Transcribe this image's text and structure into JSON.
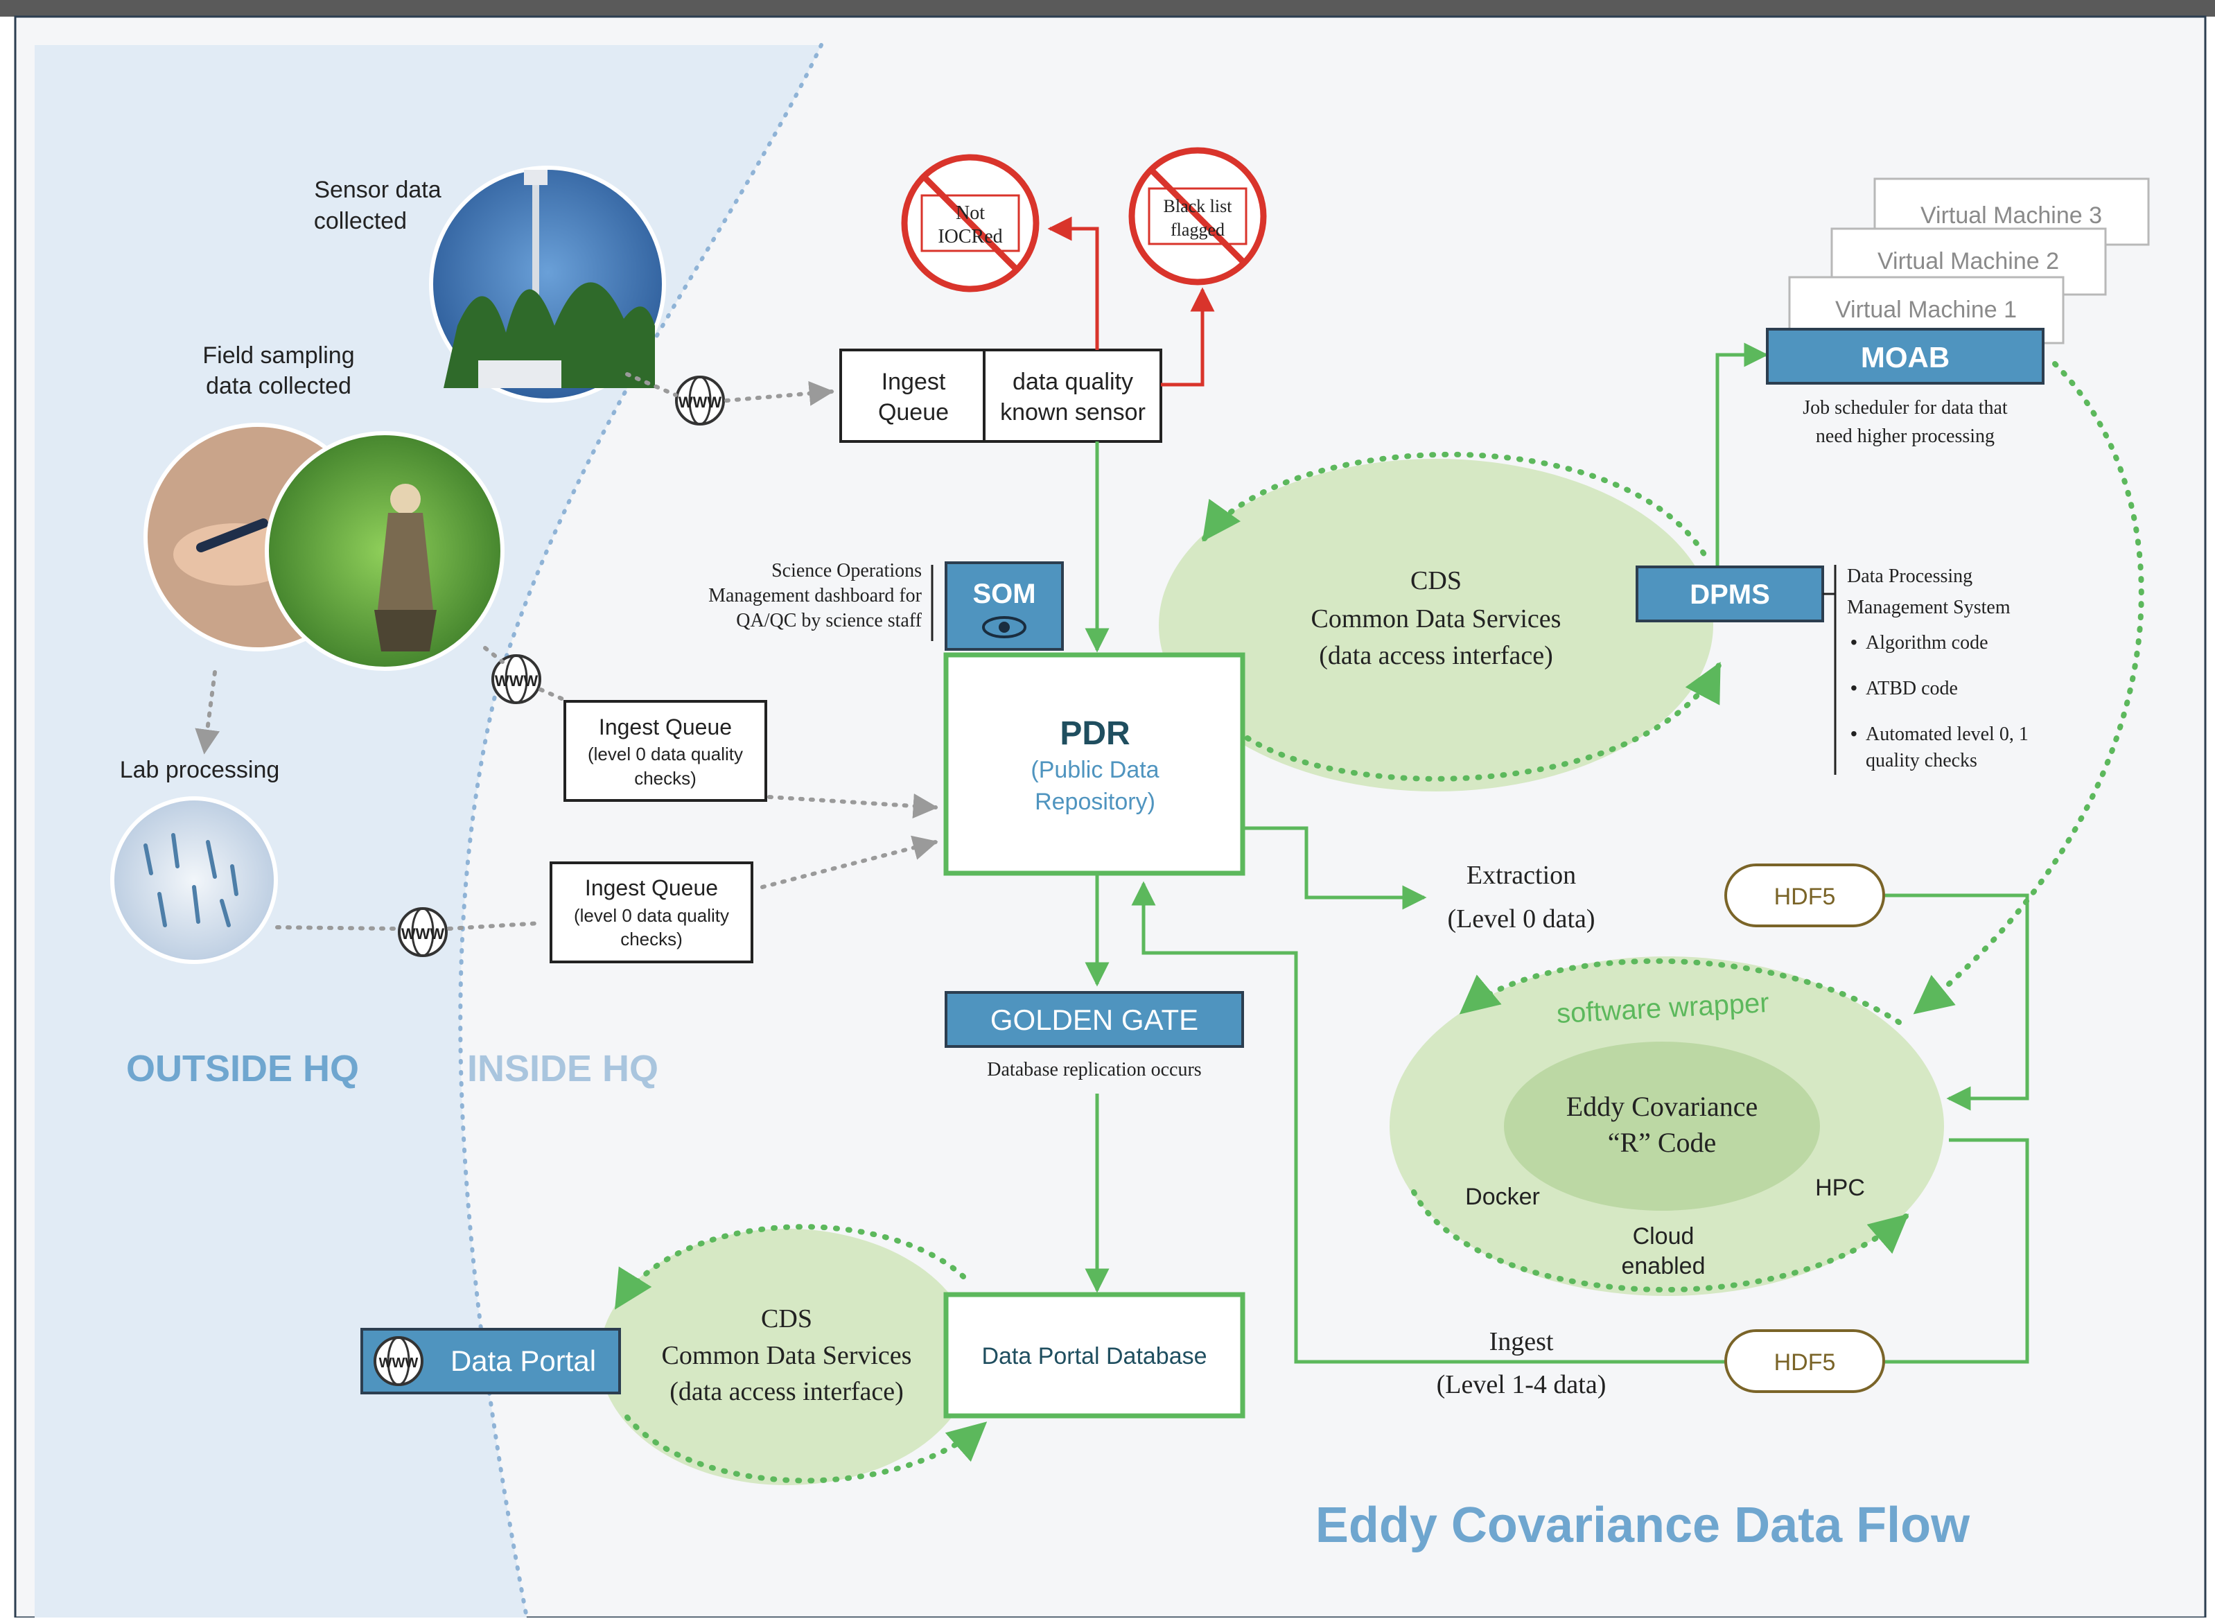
{
  "title": "Eddy Covariance Data Flow",
  "zones": {
    "outside": "OUTSIDE HQ",
    "inside": "INSIDE HQ"
  },
  "field": {
    "sensor": [
      "Sensor data",
      "collected"
    ],
    "sampling": [
      "Field sampling",
      "data collected"
    ],
    "lab": "Lab processing"
  },
  "www_label": "WWW",
  "ingest_top": {
    "left": [
      "Ingest",
      "Queue"
    ],
    "right": [
      "data quality",
      "known sensor"
    ]
  },
  "ingest_mid": [
    "Ingest Queue",
    "(level 0 data quality",
    "checks)"
  ],
  "ingest_low": [
    "Ingest Queue",
    "(level 0 data quality",
    "checks)"
  ],
  "rejects": {
    "not_iocred": [
      "Not",
      "IOCRed"
    ],
    "blacklist": [
      "Black list",
      "flagged"
    ]
  },
  "som": {
    "label": "SOM",
    "desc": [
      "Science Operations",
      "Management dashboard for",
      "QA/QC by science staff"
    ]
  },
  "pdr": {
    "title": "PDR",
    "sub": [
      "(Public Data",
      "Repository)"
    ]
  },
  "cds_top": [
    "CDS",
    "Common Data Services",
    "(data access interface)"
  ],
  "cds_bottom": [
    "CDS",
    "Common Data Services",
    "(data access interface)"
  ],
  "dpms": {
    "label": "DPMS",
    "desc": [
      "Data Processing",
      "Management System"
    ],
    "bullets": [
      "Algorithm code",
      "ATBD code",
      "Automated level 0, 1",
      "quality checks"
    ],
    "bullet_char": "•"
  },
  "moab": {
    "label": "MOAB",
    "desc": [
      "Job scheduler for data that",
      "need higher processing"
    ]
  },
  "vms": [
    "Virtual Machine 3",
    "Virtual Machine 2",
    "Virtual Machine 1"
  ],
  "golden_gate": {
    "label": "GOLDEN GATE",
    "desc": "Database replication occurs"
  },
  "extraction": [
    "Extraction",
    "(Level 0 data)"
  ],
  "ingest_flow": [
    "Ingest",
    "(Level 1-4 data)"
  ],
  "hdf5": "HDF5",
  "wrapper": {
    "label": "software wrapper",
    "core": [
      "Eddy Covariance",
      "“R” Code"
    ],
    "docker": "Docker",
    "hpc": "HPC",
    "cloud": [
      "Cloud",
      "enabled"
    ]
  },
  "data_portal": "Data Portal",
  "data_portal_db": "Data Portal Database",
  "colors": {
    "blue_box": "#4f94bf",
    "green": "#5cb85c",
    "green_fill": "#d6e8c4",
    "red": "#d9342b",
    "title_blue": "#6fa6cf",
    "header": "#5a5a5a"
  }
}
